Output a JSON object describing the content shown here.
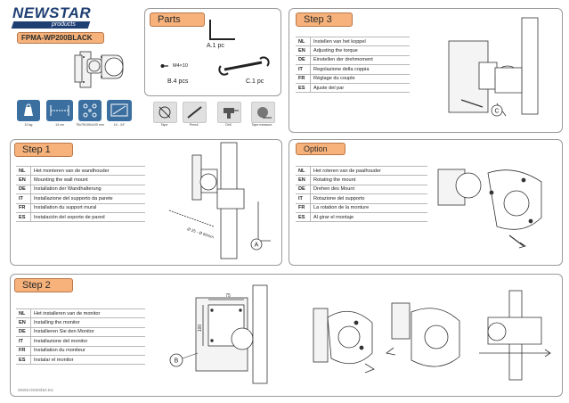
{
  "brand": {
    "logo_text": "NEWSTAR",
    "logo_sub": "products",
    "model": "FPMA-WP200BLACK",
    "website": "www.newstar.eu"
  },
  "specs": [
    {
      "icon": "weight-icon",
      "label": "10 kg"
    },
    {
      "icon": "width-icon",
      "label": "14 cm"
    },
    {
      "icon": "vesa-icon",
      "label": "75x75/100x100 mm"
    },
    {
      "icon": "screen-size-icon",
      "label": "10 - 24\""
    }
  ],
  "tools": [
    {
      "icon": "tape-icon",
      "label": "Tape"
    },
    {
      "icon": "pencil-icon",
      "label": "Pencil"
    },
    {
      "icon": "drill-icon",
      "label": "Drill"
    },
    {
      "icon": "tape-measure-icon",
      "label": "Tape measure"
    }
  ],
  "parts": {
    "title": "Parts",
    "a_label": "A.1 pc",
    "b_size": "M4×10",
    "b_label": "B.4 pcs",
    "c_label": "C.1 pc"
  },
  "step1": {
    "title": "Step 1",
    "rows": [
      {
        "code": "NL",
        "text": "Het monteren van de wandhouder"
      },
      {
        "code": "EN",
        "text": "Mounting the wall mount"
      },
      {
        "code": "DE",
        "text": "Installation der Wandhalterung"
      },
      {
        "code": "IT",
        "text": "Installazione del supporto da parete"
      },
      {
        "code": "FR",
        "text": "Installation du support mural"
      },
      {
        "code": "ES",
        "text": "Instalación del soporte de pared"
      }
    ],
    "callout": "A",
    "dimension": "Ø 25 - Ø 60mm"
  },
  "step2": {
    "title": "Step 2",
    "rows": [
      {
        "code": "NL",
        "text": "Het installeren van de monitor"
      },
      {
        "code": "EN",
        "text": "Installing the monitor"
      },
      {
        "code": "DE",
        "text": "Installieren Sie den Monitor"
      },
      {
        "code": "IT",
        "text": "Installazione del monitor"
      },
      {
        "code": "FR",
        "text": "Installation du moniteur"
      },
      {
        "code": "ES",
        "text": "Instalar el monitor"
      }
    ],
    "callout": "B",
    "dim_top": "75",
    "dim_side": "100"
  },
  "step3": {
    "title": "Step 3",
    "rows": [
      {
        "code": "NL",
        "text": "Instellen van het koppel"
      },
      {
        "code": "EN",
        "text": "Adjusting the torque"
      },
      {
        "code": "DE",
        "text": "Einstellen der drehmoment"
      },
      {
        "code": "IT",
        "text": "Regolazione della coppia"
      },
      {
        "code": "FR",
        "text": "Réglage du couple"
      },
      {
        "code": "ES",
        "text": "Ajuste del par"
      }
    ],
    "callout": "C"
  },
  "option": {
    "title": "Option",
    "rows": [
      {
        "code": "NL",
        "text": "Het roteren van de paalhouder"
      },
      {
        "code": "EN",
        "text": "Rotating the mount"
      },
      {
        "code": "DE",
        "text": "Drehen des Mount"
      },
      {
        "code": "IT",
        "text": "Rotazione del supporto"
      },
      {
        "code": "FR",
        "text": "La rotation de la monture"
      },
      {
        "code": "ES",
        "text": "Al girar el montaje"
      }
    ]
  },
  "colors": {
    "accent": "#f6b27a",
    "spec_blue": "#3b6fa0",
    "brand_blue": "#1f3f73"
  }
}
